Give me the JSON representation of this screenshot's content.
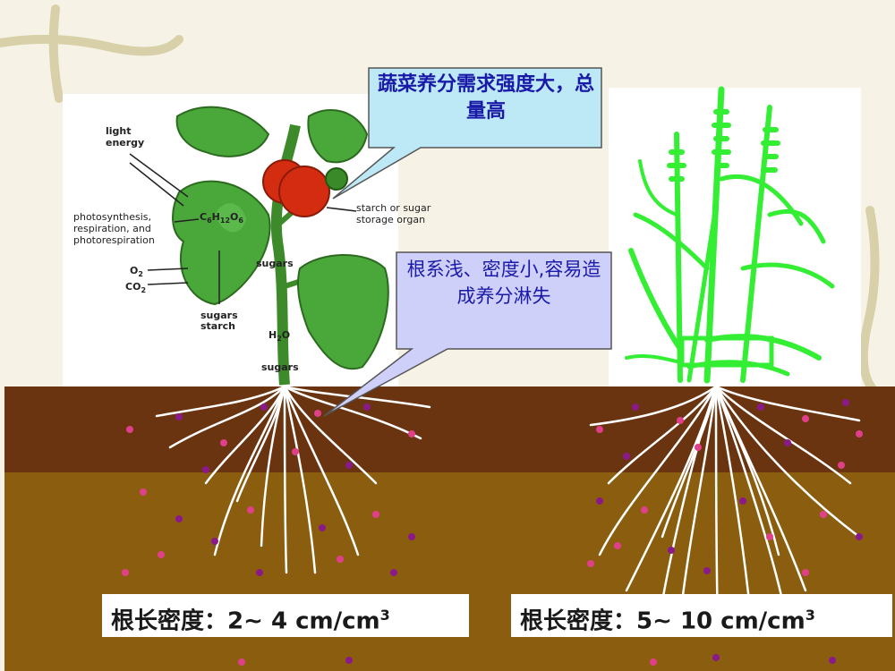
{
  "callouts": {
    "nutrient_demand": "蔬菜养分需求强度大，总量高",
    "root_system": "根系浅、密度小,容易造成养分淋失"
  },
  "density_labels": {
    "left": {
      "prefix": "根长密度：",
      "value": "2~ 4 cm/cm",
      "sup": "3"
    },
    "right": {
      "prefix": "根长密度：",
      "value": "5~ 10 cm/cm",
      "sup": "3"
    }
  },
  "plant_labels": {
    "light_energy_1": "light",
    "light_energy_2": "energy",
    "photosynthesis_1": "photosynthesis,",
    "photosynthesis_2": "respiration, and",
    "photosynthesis_3": "photorespiration",
    "o2": "O",
    "o2_sub": "2",
    "co2": "CO",
    "co2_sub": "2",
    "sugars_starch_1": "sugars",
    "sugars_starch_2": "starch",
    "sugars_stem": "sugars",
    "h2o": "H",
    "h2o_sub": "2",
    "h2o_o": "O",
    "sugars_root": "sugars",
    "storage_1": "starch or sugar",
    "storage_2": "storage organ",
    "formula_c": "C",
    "formula_6": "6",
    "formula_h": "H",
    "formula_12": "12",
    "formula_o": "O",
    "formula_6b": "6"
  },
  "colors": {
    "soil_top": "#6b3410",
    "soil_bottom": "#8a5e0e",
    "callout_fill": "#bde9f6",
    "callout2_fill": "#cfd0fa",
    "callout_text": "#1a1aa8",
    "wheat_green": "#33ee33",
    "tomato_red": "#d42c10",
    "leaf_green": "#4aa83a"
  }
}
